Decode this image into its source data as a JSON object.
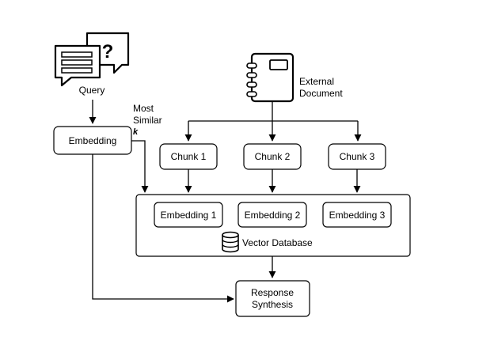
{
  "query": {
    "label": "Query",
    "question_mark": "?"
  },
  "query_embedding": {
    "label": "Embedding"
  },
  "retrieval": {
    "line1": "Most",
    "line2": "Similar",
    "k": "k"
  },
  "document": {
    "line1": "External",
    "line2": "Document"
  },
  "chunks": [
    "Chunk 1",
    "Chunk 2",
    "Chunk 3"
  ],
  "chunk_embeddings": [
    "Embedding 1",
    "Embedding 2",
    "Embedding 3"
  ],
  "vector_db": {
    "label": "Vector Database"
  },
  "response": {
    "line1": "Response",
    "line2": "Synthesis"
  }
}
